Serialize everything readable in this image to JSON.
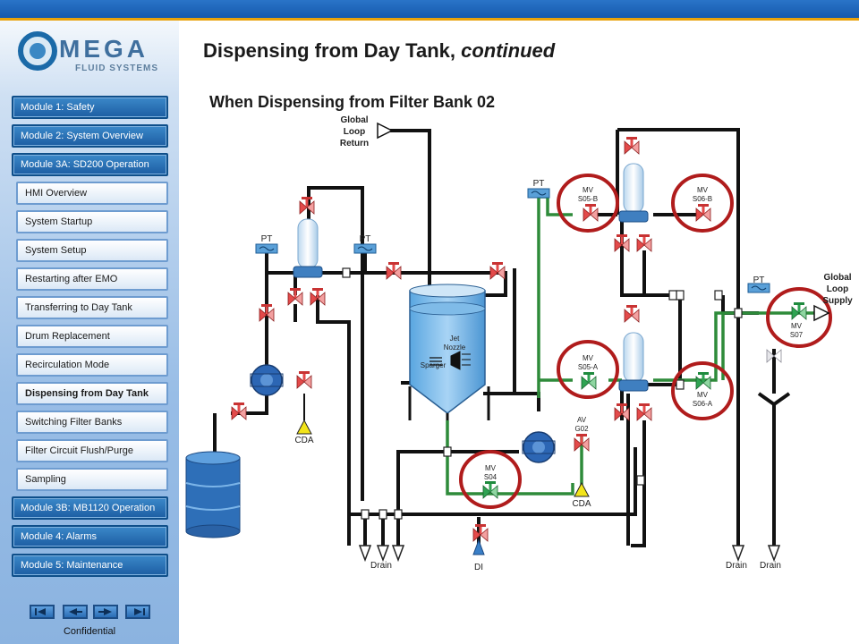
{
  "header": {
    "accent_blue": "#1f66b8",
    "accent_orange": "#e8a20c"
  },
  "logo": {
    "brand": "MEGA",
    "tagline": "FLUID SYSTEMS",
    "icon": "omega-logo-icon"
  },
  "nav": {
    "modules_top": [
      "Module 1: Safety",
      "Module 2: System Overview",
      "Module 3A: SD200 Operation"
    ],
    "sub_items": [
      "HMI Overview",
      "System Startup",
      "System Setup",
      "Restarting after EMO",
      "Transferring to Day Tank",
      "Drum Replacement",
      "Recirculation Mode",
      "Dispensing from Day Tank",
      "Switching Filter Banks",
      "Filter Circuit Flush/Purge",
      "Sampling"
    ],
    "active_item": "Dispensing from Day Tank",
    "modules_bottom": [
      "Module 3B: MB1120 Operation",
      "Module 4: Alarms",
      "Module 5: Maintenance"
    ]
  },
  "pager_icons": [
    "first-page-icon",
    "previous-page-icon",
    "next-page-icon",
    "last-page-icon"
  ],
  "footer": {
    "confidential": "Confidential"
  },
  "page": {
    "title_main": "Dispensing from Day Tank,",
    "title_em": "continued",
    "subtitle": "When Dispensing from Filter Bank 02"
  },
  "diagram": {
    "global_loop_return": [
      "Global",
      "Loop",
      "Return"
    ],
    "global_loop_supply": [
      "Global",
      "Loop",
      "Supply"
    ],
    "pt": "PT",
    "cda": "CDA",
    "drain": "Drain",
    "di": "DI",
    "jet": "Jet",
    "nozzle": "Nozzle",
    "sparger": "Sparger",
    "mv": "MV",
    "av": "AV",
    "valves": {
      "s05b": "S05-B",
      "s06b": "S06-B",
      "s05a": "S05-A",
      "s06a": "S06-A",
      "s04": "S04",
      "s07": "S07",
      "g02": "G02"
    },
    "colors": {
      "active_line": "#2e8b3a",
      "valve_red": "#e34a4a",
      "valve_green": "#2fa352",
      "highlight_circle": "#b01c1c"
    }
  }
}
